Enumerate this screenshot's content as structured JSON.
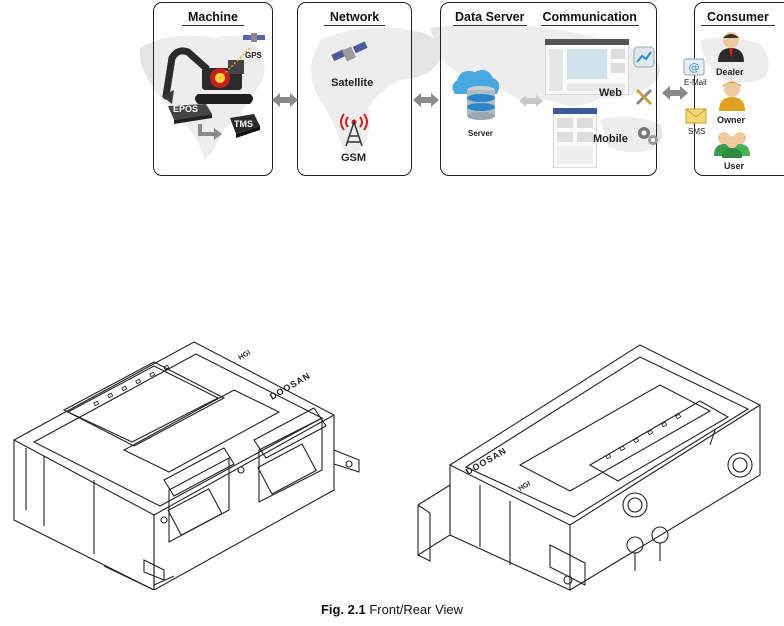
{
  "panels": {
    "machine": {
      "title": "Machine",
      "gps": "GPS",
      "epos": "EPOS",
      "tms": "TMS"
    },
    "network": {
      "title": "Network",
      "satellite": "Satellite",
      "gsm": "GSM"
    },
    "data_server": {
      "title": "Data Server",
      "server": "Server"
    },
    "communication": {
      "title": "Communication",
      "web": "Web",
      "mobile": "Mobile"
    },
    "consumer": {
      "title": "Consumer",
      "email": "E-Mail",
      "sms": "SMS",
      "dealer": "Dealer",
      "owner": "Owner",
      "user": "User"
    }
  },
  "device": {
    "brand": "DOOSAN",
    "port_label": "HGI"
  },
  "caption": {
    "label": "Fig. 2.1",
    "text": " Front/Rear View"
  },
  "colors": {
    "map": "#e4e4e4",
    "arrow": "#8a8a8a",
    "excavator_body": "#2b2b2b",
    "excavator_hot": "#e0201a",
    "server_blue": "#2a86c8",
    "gsm_red": "#d42020"
  }
}
